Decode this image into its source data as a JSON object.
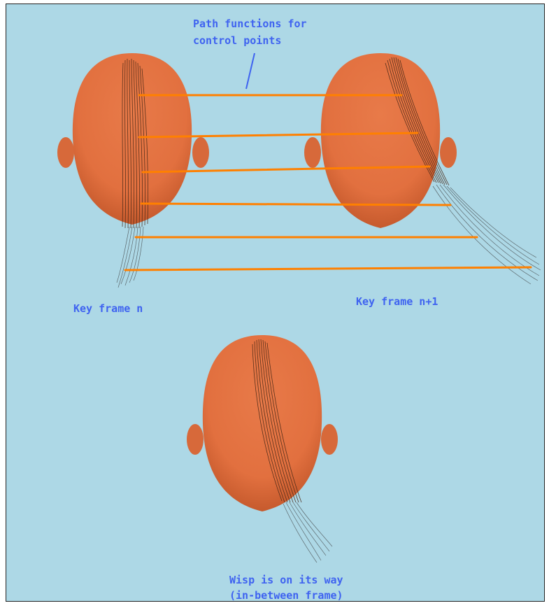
{
  "labels": {
    "path_functions_line1": "Path functions for",
    "path_functions_line2": "control points",
    "key_frame_n": "Key frame n",
    "key_frame_n1": "Key frame n+1",
    "inbetween_line1": "Wisp is on its way",
    "inbetween_line2": "(in-between frame)"
  },
  "colors": {
    "background": "#add8e6",
    "head": "#e2703f",
    "path_line": "#ff8000",
    "label_text": "#3f63f0",
    "pointer": "#3f63f0"
  }
}
